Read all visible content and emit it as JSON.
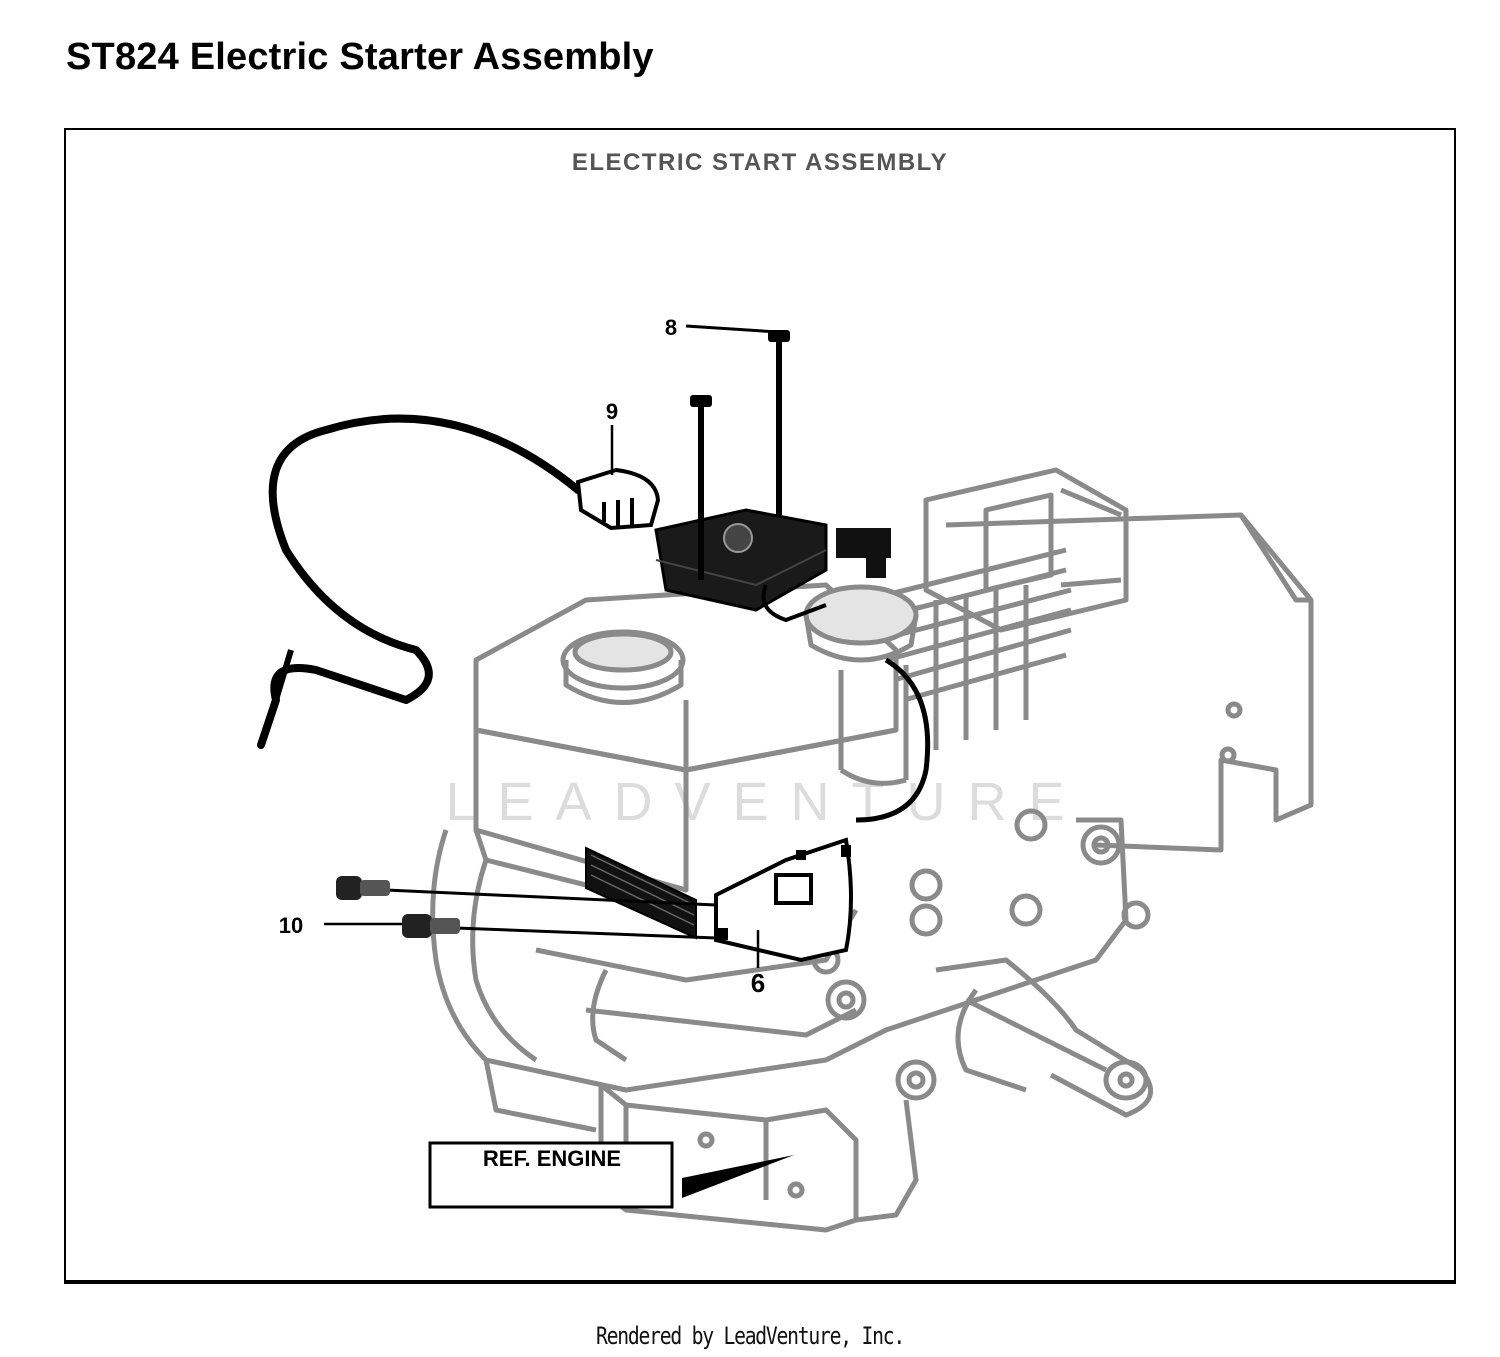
{
  "page": {
    "title": "ST824 Electric Starter Assembly",
    "footer": "Rendered by LeadVenture, Inc."
  },
  "diagram": {
    "heading": "ELECTRIC START ASSEMBLY",
    "watermark": "LEADVENTURE",
    "callouts": [
      {
        "id": "callout-8",
        "label": "8"
      },
      {
        "id": "callout-9",
        "label": "9"
      },
      {
        "id": "callout-10",
        "label": "10"
      },
      {
        "id": "callout-6",
        "label": "6"
      }
    ],
    "reference_box": "REF. ENGINE",
    "colors": {
      "line": "#000000",
      "engine_line": "#8a8a8a",
      "background": "#ffffff"
    }
  }
}
